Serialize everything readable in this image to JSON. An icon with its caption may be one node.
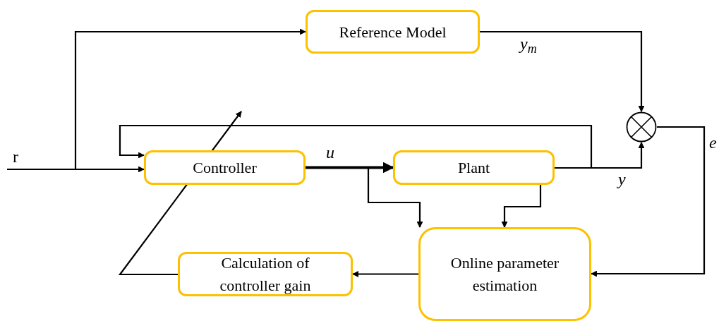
{
  "diagram": {
    "nodes": [
      {
        "text": [
          "Reference Model"
        ]
      },
      {
        "text": [
          "Controller"
        ]
      },
      {
        "text": [
          "Plant"
        ]
      },
      {
        "text": [],
        "shape": "circle"
      },
      {
        "text": [
          "Calculation of controller gain"
        ]
      },
      {
        "text": [
          "Online parameter estimation"
        ]
      }
    ],
    "edges": [
      {
        "from": null,
        "to": 1,
        "arrow": "to",
        "label": "r"
      },
      {
        "from": null,
        "to": 0,
        "arrow": "to"
      },
      {
        "from": 0,
        "to": 3,
        "arrow": "to",
        "label": "y$_{m}$"
      },
      {
        "from": 2,
        "to": 3,
        "arrow": "to",
        "label": "y"
      },
      {
        "from": 2,
        "to": 1,
        "arrow": "to"
      },
      {
        "from": 1,
        "to": 2,
        "arrow": "to",
        "label": "u",
        "style": "thick"
      },
      {
        "from": 1,
        "to": 5,
        "arrow": "to"
      },
      {
        "from": 2,
        "to": 5,
        "arrow": "to"
      },
      {
        "from": 3,
        "to": 5,
        "arrow": "to",
        "label": "e"
      },
      {
        "from": 5,
        "to": 4,
        "arrow": "to"
      },
      {
        "from": 4,
        "to": null,
        "arrow": "to"
      }
    ]
  }
}
